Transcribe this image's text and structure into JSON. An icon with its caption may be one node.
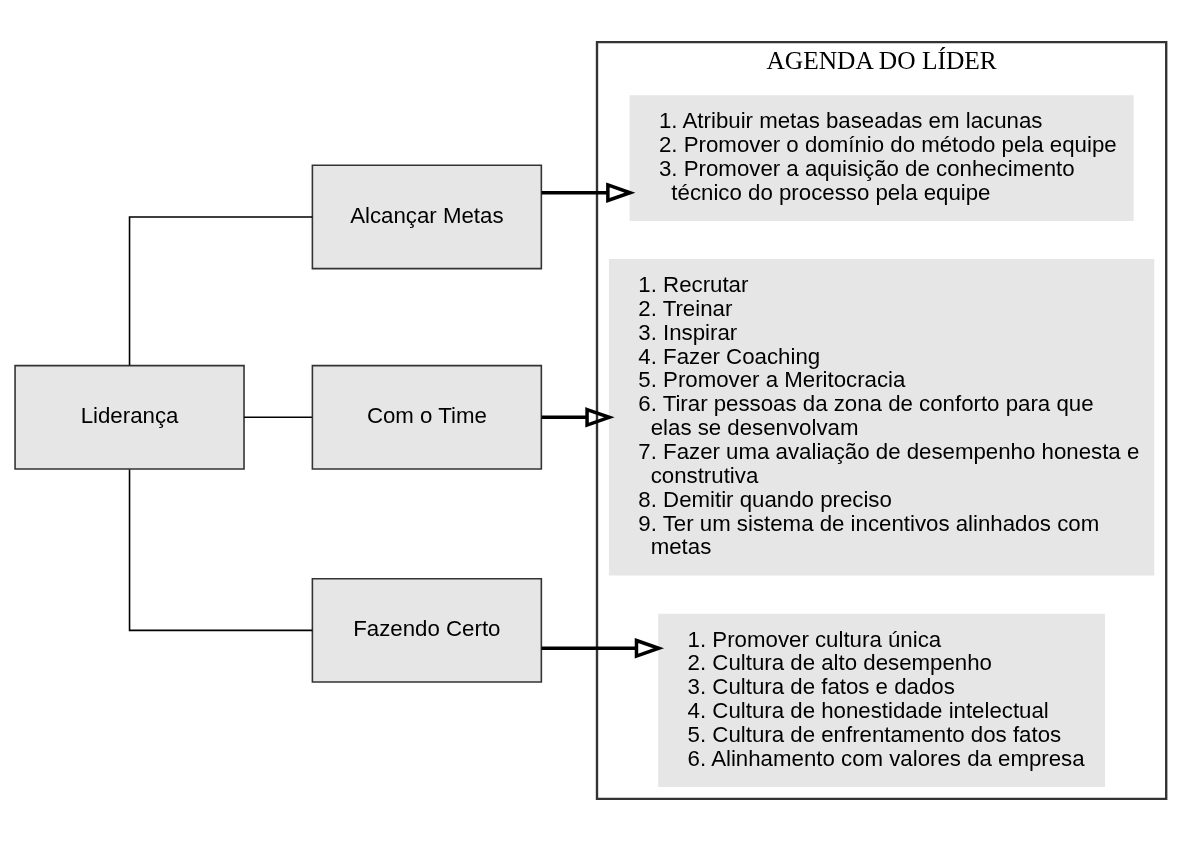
{
  "diagram": {
    "nodes": [
      {
        "text": [
          "Liderança"
        ]
      },
      {
        "text": [
          "Alcançar Metas"
        ]
      },
      {
        "text": [
          "Com o Time"
        ]
      },
      {
        "text": [
          "Fazendo Certo"
        ]
      },
      {
        "text": [
          "AGENDA DO LÍDER"
        ]
      },
      {
        "text": [
          "1. Atribuir metas baseadas em lacunas",
          "2. Promover o domínio do método pela equipe",
          "3. Promover a aquisição de conhecimento técnico do processo pela equipe"
        ],
        "in": 4
      },
      {
        "text": [
          "1. Recrutar",
          "2. Treinar",
          "3. Inspirar",
          "4. Fazer Coaching",
          "5. Promover a Meritocracia",
          "6. Tirar pessoas da zona de conforto para que elas se desenvolvam",
          "7. Fazer uma avaliação de desempenho honesta e construtiva",
          "8. Demitir quando preciso",
          "9. Ter um sistema de incentivos alinhados com metas"
        ],
        "in": 4
      },
      {
        "text": [
          "1. Promover cultura única",
          "2. Cultura de alto desempenho",
          "3. Cultura de fatos e dados",
          "4. Cultura de honestidade intelectual",
          "5. Cultura de enfrentamento dos fatos",
          "6. Alinhamento com valores da empresa"
        ],
        "in": 4
      }
    ],
    "edges": [
      {
        "from": 0,
        "to": 1,
        "arrow": "none"
      },
      {
        "from": 0,
        "to": 2,
        "arrow": "none"
      },
      {
        "from": 0,
        "to": 3,
        "arrow": "none"
      },
      {
        "from": 1,
        "to": 5,
        "arrow": "to",
        "style": "thick"
      },
      {
        "from": 2,
        "to": 6,
        "arrow": "to",
        "style": "thick"
      },
      {
        "from": 3,
        "to": 7,
        "arrow": "to",
        "style": "thick"
      }
    ]
  }
}
